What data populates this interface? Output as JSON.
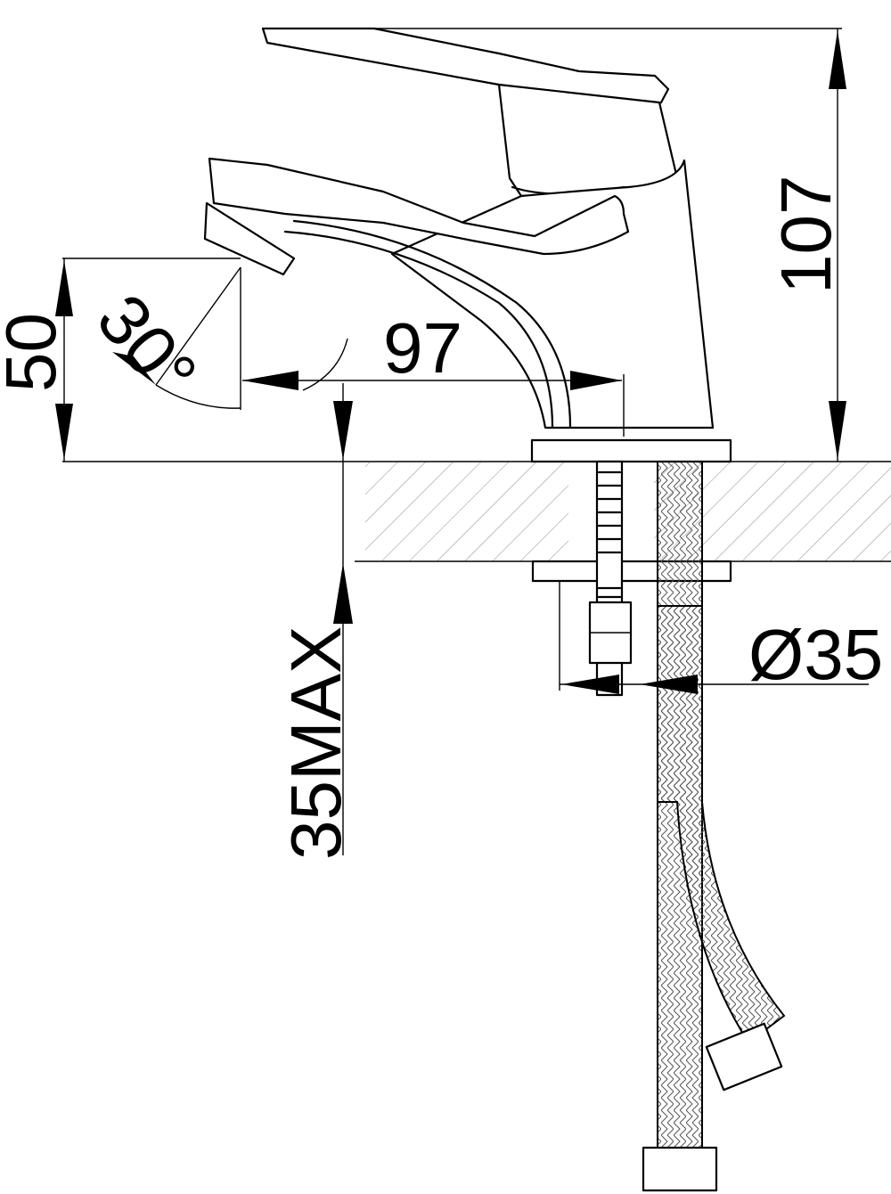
{
  "dimensions": {
    "height_total": "107",
    "spout_reach": "97",
    "spout_height": "50",
    "spout_angle": "30°",
    "mount_hole_diameter": "Ø35",
    "max_deck_thickness": "35MAX"
  }
}
